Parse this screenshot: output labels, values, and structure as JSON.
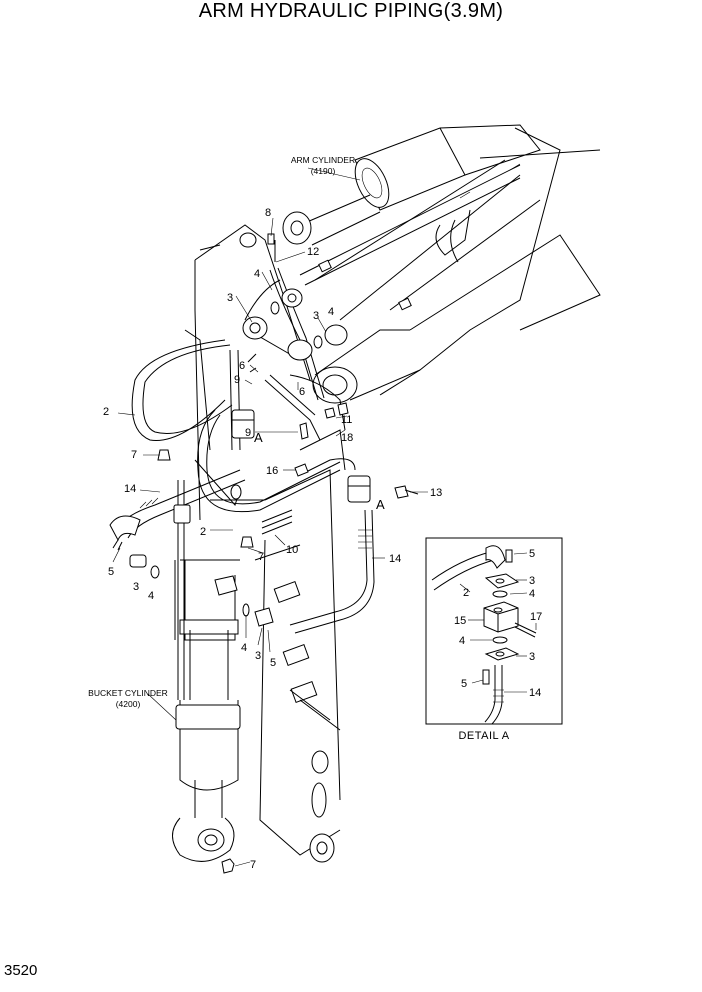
{
  "title": "ARM HYDRAULIC PIPING(3.9M)",
  "page_number": "3520",
  "components": {
    "arm_cylinder": {
      "name": "ARM CYLINDER",
      "code": "(4190)"
    },
    "bucket_cylinder": {
      "name": "BUCKET CYLINDER",
      "code": "(4200)"
    }
  },
  "detail": {
    "title": "DETAIL  A",
    "marker": "A"
  },
  "callouts": {
    "c8": "8",
    "c12": "12",
    "c4a": "4",
    "c3a": "3",
    "c3b": "3",
    "c4b": "4",
    "c6a": "6",
    "c9a": "9",
    "c6b": "6",
    "c2a": "2",
    "cAa": "A",
    "c11": "11",
    "c18": "18",
    "c9b": "9",
    "c7a": "7",
    "c16": "16",
    "c13": "13",
    "c14a": "14",
    "cAb": "A",
    "c2b": "2",
    "c7b": "7",
    "c10": "10",
    "c14b": "14",
    "c5a": "5",
    "c3c": "3",
    "c4c": "4",
    "c4d": "4",
    "c3d": "3",
    "c5b": "5",
    "c7c": "7"
  },
  "detail_callouts": {
    "d5a": "5",
    "d3a": "3",
    "d4a": "4",
    "d2": "2",
    "d17": "17",
    "d15": "15",
    "d4b": "4",
    "d3b": "3",
    "d5b": "5",
    "d14": "14"
  }
}
